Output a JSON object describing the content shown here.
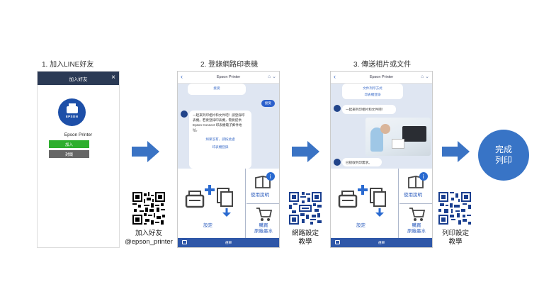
{
  "steps": {
    "step1": "1. 加入LINE好友",
    "step2": "2. 登錄網路印表機",
    "step3": "3. 傳送相片或文件"
  },
  "panel1": {
    "header": "加入好友",
    "close": "×",
    "logo_text": "EPSON",
    "account_name": "Epson Printer",
    "add_button": "加入",
    "block_button": "封鎖"
  },
  "chat_common": {
    "header_title": "Epson Printer",
    "back": "‹",
    "menu_footer": "選單",
    "help_label": "使用說明",
    "buy_label_1": "購買",
    "buy_label_2": "原廠墨水",
    "setup_label": "設定"
  },
  "panel2": {
    "top_link": "接受",
    "me_bubble": "接受",
    "bot_message": "一起來列印相片和文件吧！請登錄印表機。若要登錄印表機，需要提供Epson Connect 印表機電子郵件地址。",
    "link1": "如果沒有，請按此處",
    "link2": "印表機登錄"
  },
  "panel3": {
    "top_text": "文件列印方式",
    "top_link": "印表機登錄",
    "bot_message": "一起來列印相片和文件吧！",
    "received": "已接收列印需求。"
  },
  "captions": {
    "qr1_line1": "加入好友",
    "qr1_line2": "@epson_printer",
    "qr2_line1": "網路設定",
    "qr2_line2": "教學",
    "qr3_line1": "列印設定",
    "qr3_line2": "教學"
  },
  "done": {
    "line1": "完成",
    "line2": "列印"
  },
  "colors": {
    "accent": "#3a73c4",
    "line_green": "#2eae2e",
    "menu_blue": "#2f57a8"
  }
}
